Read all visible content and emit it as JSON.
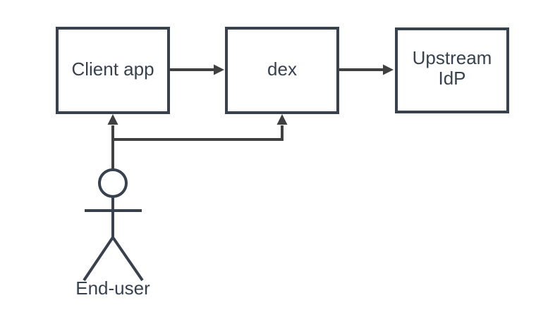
{
  "diagram": {
    "type": "flow-diagram",
    "colors": {
      "background": "#FFFFFF",
      "node_fill": "#FFFFFF",
      "node_border": "#37424E",
      "text": "#37424E",
      "edge": "#404040",
      "actor": "#37424E"
    },
    "nodes": [
      {
        "id": "client-app",
        "label": "Client app"
      },
      {
        "id": "dex",
        "label": "dex"
      },
      {
        "id": "upstream-idp",
        "label": "Upstream IdP",
        "label_line1": "Upstream",
        "label_line2": "IdP"
      }
    ],
    "actor": {
      "id": "end-user",
      "label": "End-user"
    },
    "edges": [
      {
        "from": "client-app",
        "to": "dex"
      },
      {
        "from": "dex",
        "to": "upstream-idp"
      },
      {
        "from": "end-user",
        "to": "client-app"
      },
      {
        "from": "end-user",
        "to": "dex"
      }
    ]
  }
}
